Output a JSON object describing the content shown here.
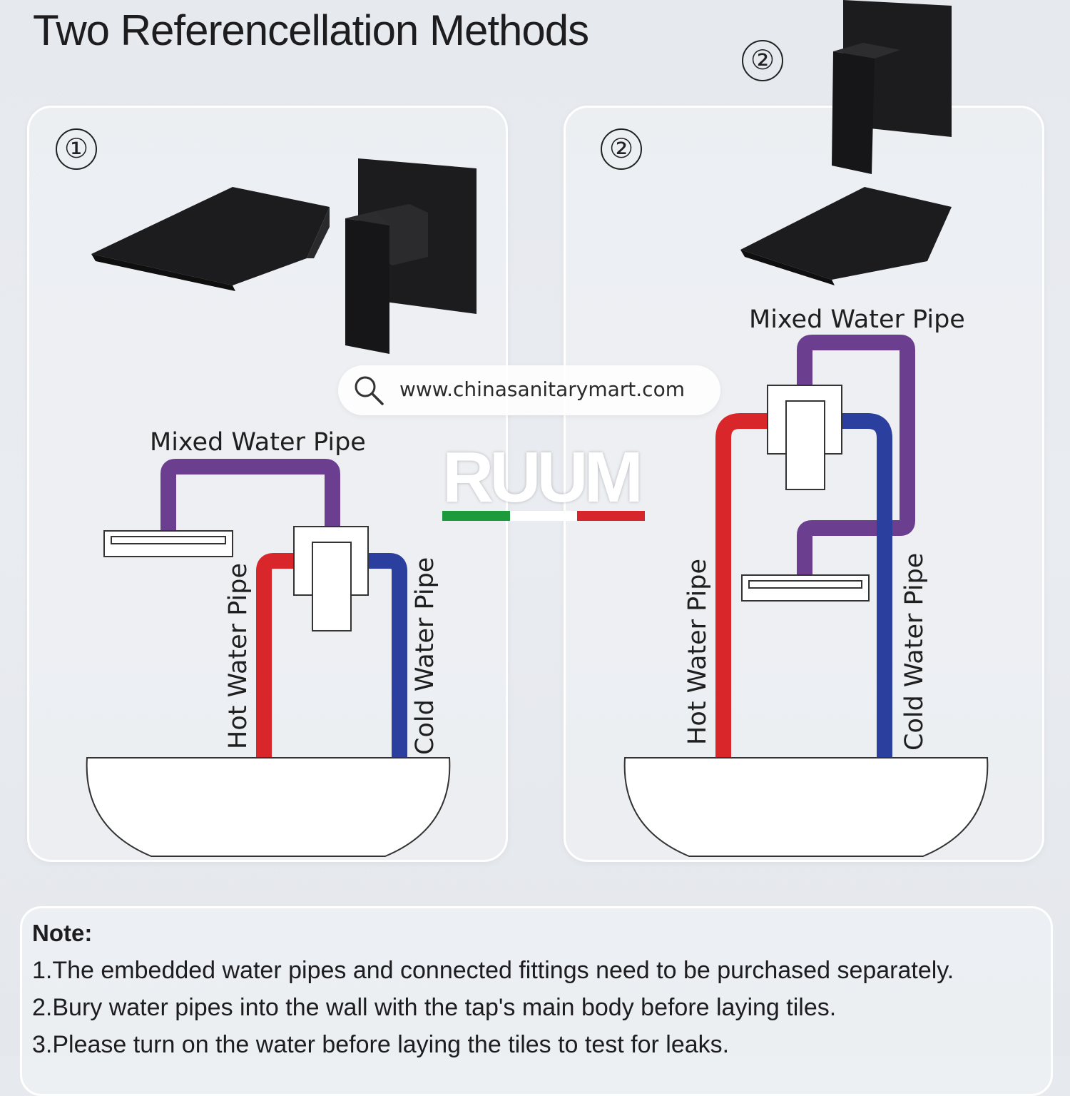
{
  "title": "Two Referencellation Methods",
  "method_one": {
    "number": "①",
    "mixed_label": "Mixed Water Pipe",
    "hot_label": "Hot Water Pipe",
    "cold_label": "Cold Water Pipe"
  },
  "method_two": {
    "number": "②",
    "floating_number": "②",
    "mixed_label": "Mixed Water Pipe",
    "hot_label": "Hot Water Pipe",
    "cold_label": "Cold Water Pipe"
  },
  "search": {
    "url": "www.chinasanitarymart.com",
    "icon": "search-icon"
  },
  "logo": {
    "text": "RUUM",
    "flag_colors": [
      "#1d9a3c",
      "#ffffff",
      "#d7262b"
    ]
  },
  "colors": {
    "hot": "#d9262a",
    "cold": "#2b3f9e",
    "mixed": "#6b3e8f",
    "fixture": "#1c1c1e"
  },
  "note": {
    "heading": "Note:",
    "lines": [
      "1.The embedded water pipes and connected fittings need to be purchased separately.",
      "2.Bury water pipes into the wall with the tap's main body before laying tiles.",
      "3.Please turn on the water before laying the tiles to test for leaks."
    ]
  }
}
